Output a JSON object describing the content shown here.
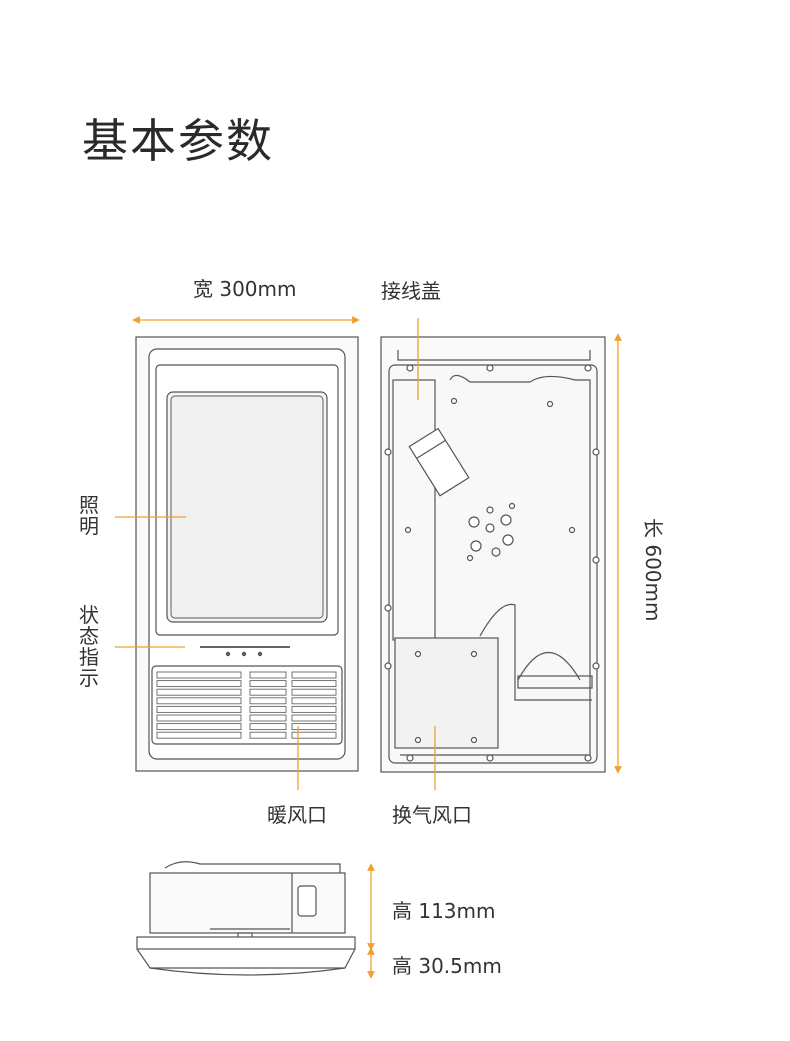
{
  "title": "基本参数",
  "labels": {
    "width": "宽 300mm",
    "junction_cover": "接线盖",
    "lighting": "照明",
    "status_indicator": "状态指示",
    "warm_air_outlet": "暖风口",
    "exhaust_outlet": "换气风口",
    "length": "长 600mm",
    "height_body": "高 113mm",
    "height_panel": "高 30.5mm"
  },
  "colors": {
    "accent": "#f0a030",
    "line": "#555555",
    "panel_fill": "#f7f7f7"
  }
}
